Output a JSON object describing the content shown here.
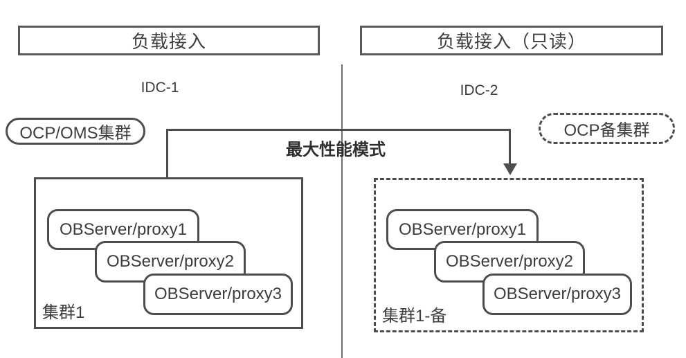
{
  "colors": {
    "border_dark": "#4d4d4d",
    "border_header": "#595959",
    "divider": "#707070",
    "text": "#3d3d3d",
    "background": "#ffffff"
  },
  "headers": {
    "left": "负载接入",
    "right": "负载接入（只读）"
  },
  "idc": {
    "left": "IDC-1",
    "right": "IDC-2"
  },
  "ocp": {
    "primary": "OCP/OMS集群",
    "standby": "OCP备集群"
  },
  "mode_label": "最大性能模式",
  "clusters": {
    "primary": {
      "label": "集群1",
      "nodes": [
        "OBServer/proxy1",
        "OBServer/proxy2",
        "OBServer/proxy3"
      ]
    },
    "standby": {
      "label": "集群1-备",
      "nodes": [
        "OBServer/proxy1",
        "OBServer/proxy2",
        "OBServer/proxy3"
      ]
    }
  }
}
